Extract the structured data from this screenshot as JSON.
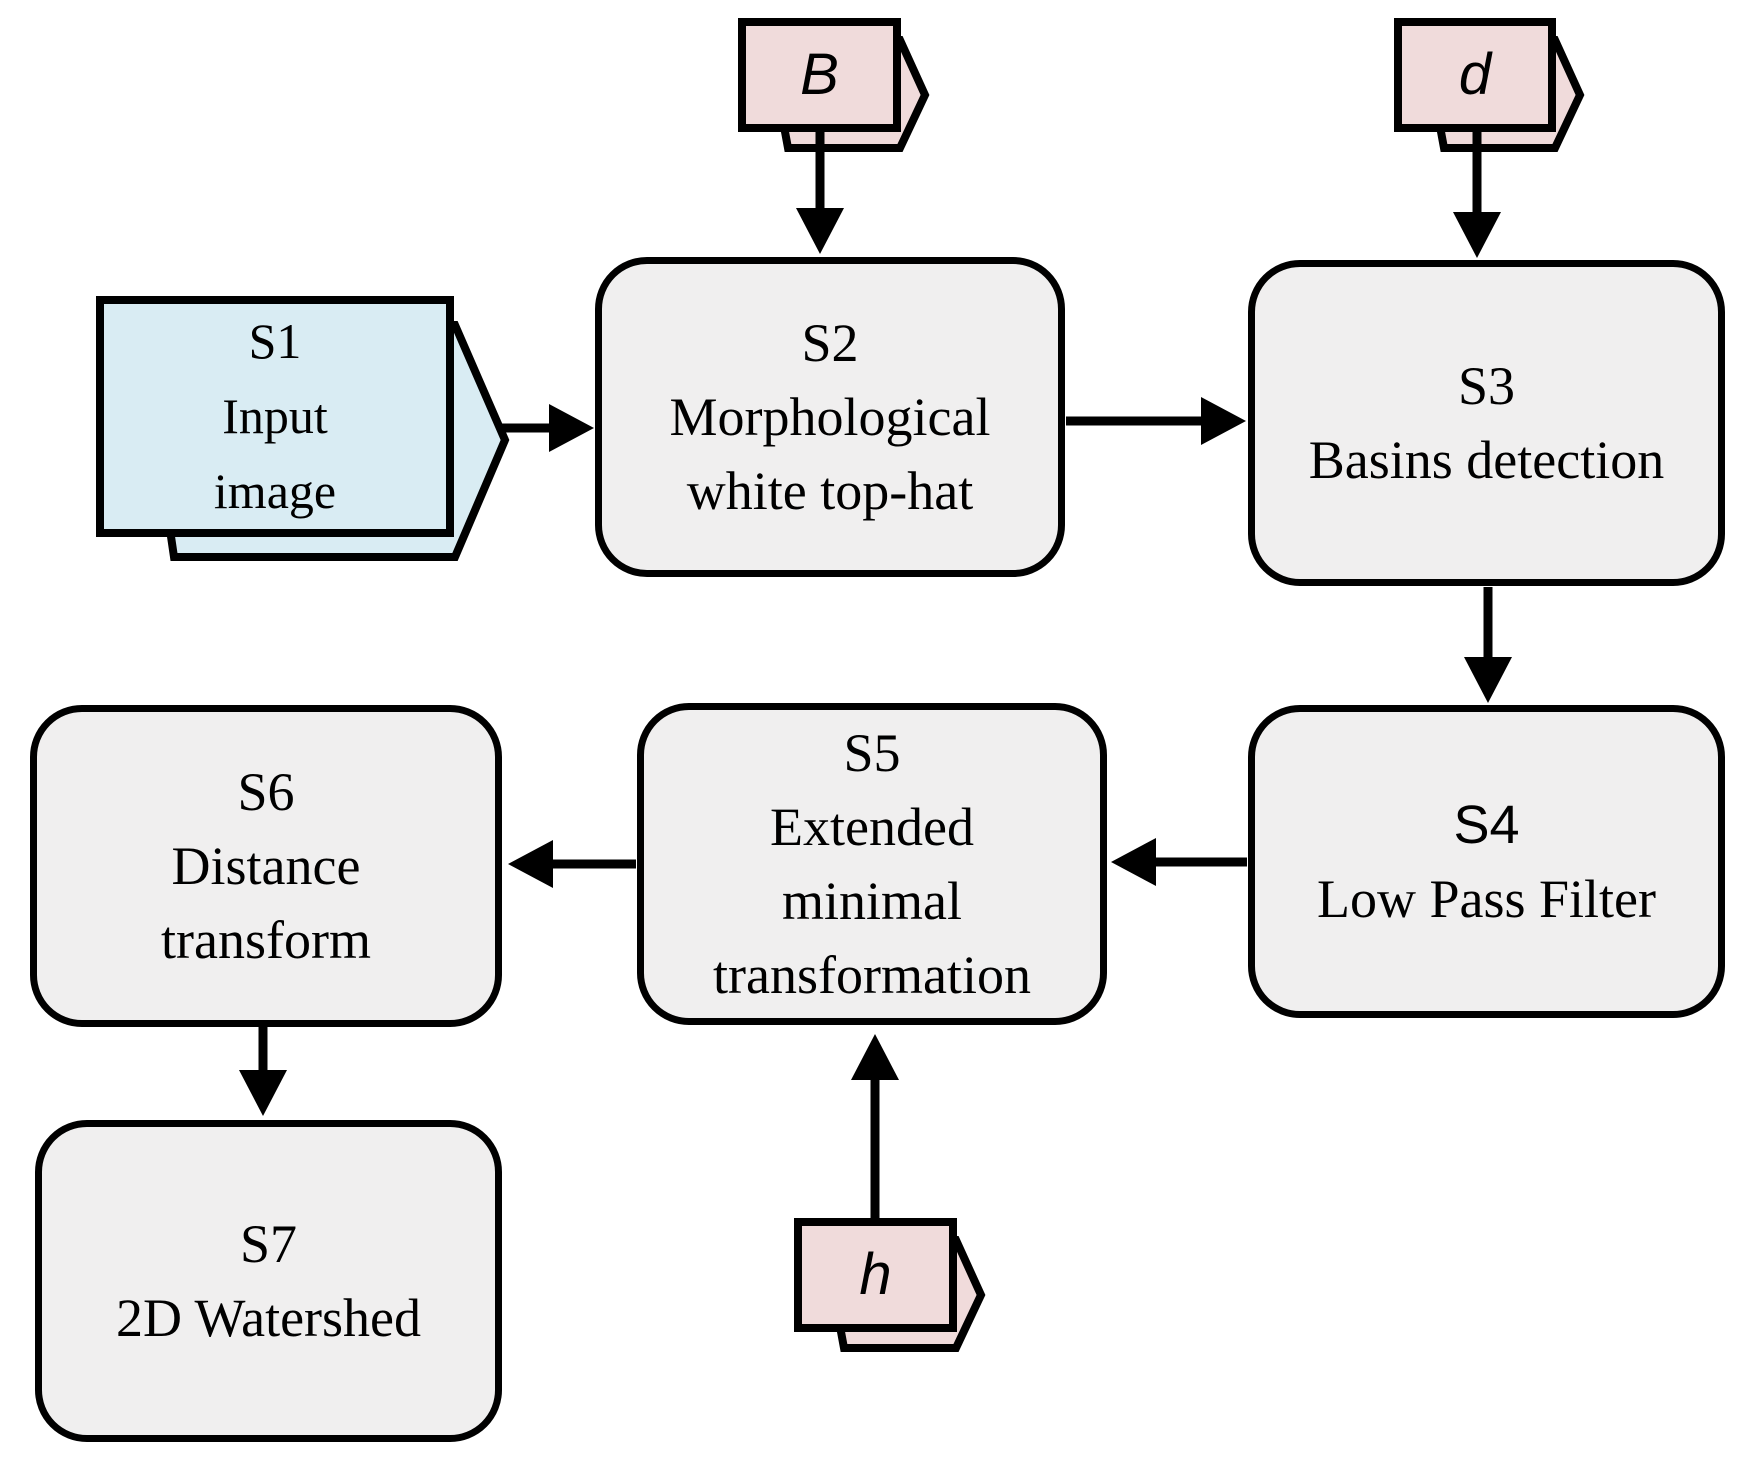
{
  "nodes": {
    "s1": {
      "line1": "S1",
      "line2": "Input",
      "line3": "image"
    },
    "s2": {
      "line1": "S2",
      "line2": "Morphological",
      "line3": "white top-hat"
    },
    "s3": {
      "line1": "S3",
      "line2": "Basins detection"
    },
    "s4": {
      "line1": "S4",
      "line2": "Low Pass Filter"
    },
    "s5": {
      "line1": "S5",
      "line2": "Extended",
      "line3": "minimal",
      "line4": "transformation"
    },
    "s6": {
      "line1": "S6",
      "line2": "Distance",
      "line3": "transform"
    },
    "s7": {
      "line1": "S7",
      "line2": "2D Watershed"
    }
  },
  "params": {
    "b": "B",
    "d": "d",
    "h": "h"
  },
  "colors": {
    "process_fill": "#f0efef",
    "input_fill": "#d9ecf3",
    "param_fill": "#f0dbdb",
    "stroke": "#000000"
  }
}
